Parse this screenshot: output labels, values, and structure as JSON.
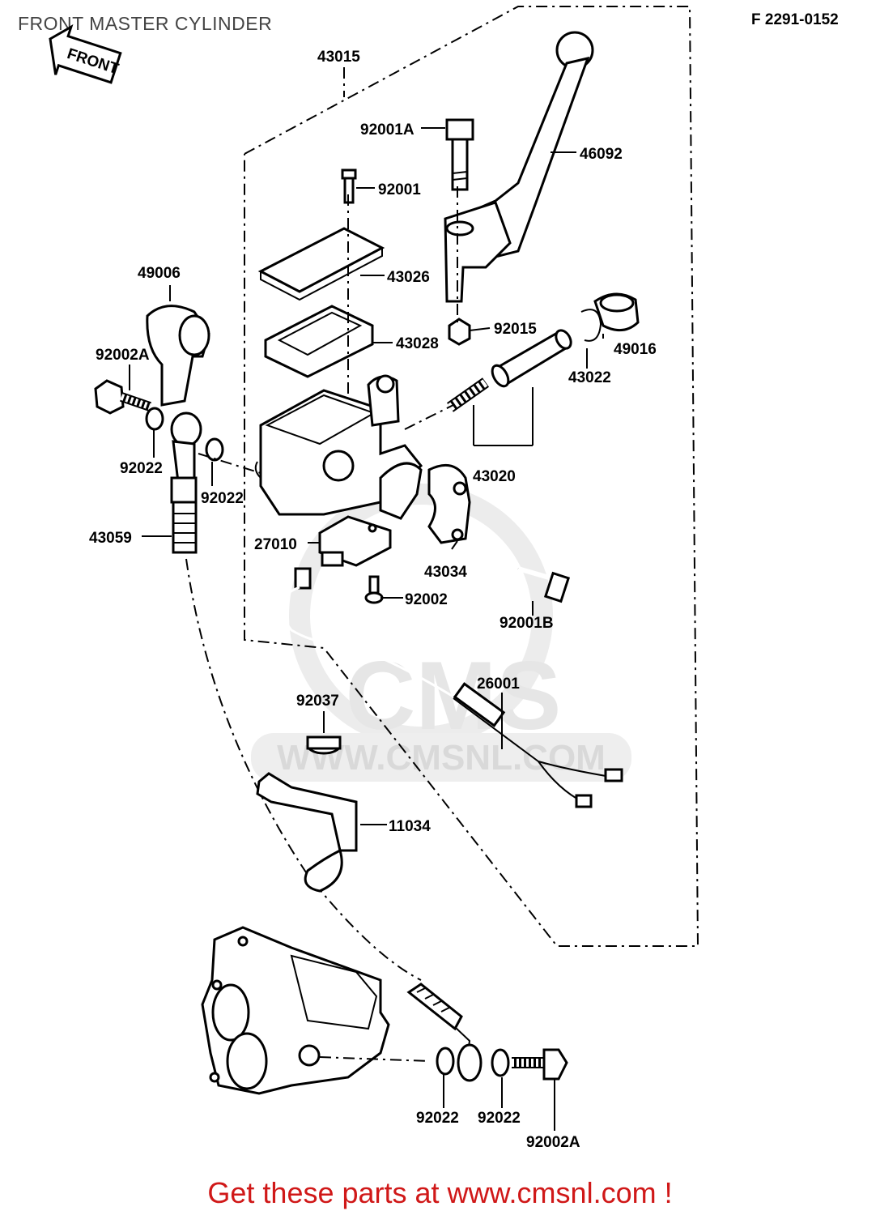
{
  "header": {
    "title": "FRONT MASTER CYLINDER",
    "diagram_code": "F 2291-0152",
    "front_arrow_label": "FRONT"
  },
  "watermark": {
    "logo": "CMS",
    "url": "WWW.CMSNL.COM"
  },
  "parts": {
    "p43015": "43015",
    "p92001A_top": "92001A",
    "p46092": "46092",
    "p92001": "92001",
    "p43026": "43026",
    "p49006": "49006",
    "p92015": "92015",
    "p43028": "43028",
    "p49016": "49016",
    "p92002A_left": "92002A",
    "p43022": "43022",
    "p92022_left": "92022",
    "p92022_mid": "92022",
    "p43020": "43020",
    "p43059": "43059",
    "p27010": "27010",
    "p43034": "43034",
    "p92002": "92002",
    "p92001B": "92001B",
    "p26001": "26001",
    "p92037": "92037",
    "p11034": "11034",
    "p92022_b1": "92022",
    "p92022_b2": "92022",
    "p92002A_bottom": "92002A"
  },
  "footer": {
    "text": "Get these parts at www.cmsnl.com !"
  }
}
